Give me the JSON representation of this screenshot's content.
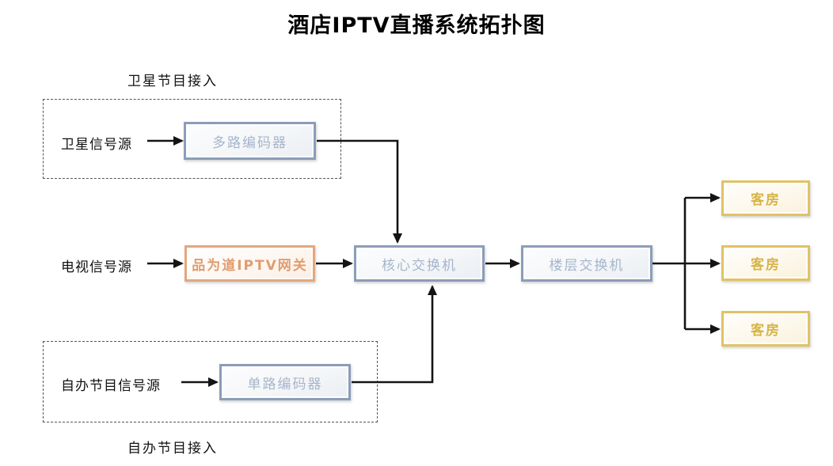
{
  "title": "酒店IPTV直播系统拓扑图",
  "groups": {
    "satellite": {
      "label": "卫星节目接入"
    },
    "self_program": {
      "label": "自办节目接入"
    }
  },
  "nodes": {
    "satellite_source": {
      "label": "卫星信号源",
      "kind": "text"
    },
    "multi_encoder": {
      "label": "多路编码器",
      "kind": "device-blue"
    },
    "tv_source": {
      "label": "电视信号源",
      "kind": "text"
    },
    "iptv_gateway": {
      "label": "品为道IPTV网关",
      "kind": "device-orange"
    },
    "core_switch": {
      "label": "核心交换机",
      "kind": "device-blue"
    },
    "floor_switch": {
      "label": "楼层交换机",
      "kind": "device-blue"
    },
    "self_program_source": {
      "label": "自办节目信号源",
      "kind": "text"
    },
    "single_encoder": {
      "label": "单路编码器",
      "kind": "device-blue"
    },
    "rooms": [
      {
        "label": "客房"
      },
      {
        "label": "客房"
      },
      {
        "label": "客房"
      }
    ]
  },
  "edges": [
    {
      "from": "satellite_source",
      "to": "multi_encoder"
    },
    {
      "from": "multi_encoder",
      "to": "core_switch"
    },
    {
      "from": "tv_source",
      "to": "iptv_gateway"
    },
    {
      "from": "iptv_gateway",
      "to": "core_switch"
    },
    {
      "from": "core_switch",
      "to": "floor_switch"
    },
    {
      "from": "floor_switch",
      "to": "room_1"
    },
    {
      "from": "floor_switch",
      "to": "room_2"
    },
    {
      "from": "floor_switch",
      "to": "room_3"
    },
    {
      "from": "self_program_source",
      "to": "single_encoder"
    },
    {
      "from": "single_encoder",
      "to": "core_switch"
    }
  ],
  "colors": {
    "blue_border": "#8b9db9",
    "blue_text": "#a6b5cc",
    "orange_border": "#e4a77d",
    "orange_text": "#e09c70",
    "gold_border": "#e1c264",
    "gold_text": "#d6b44a",
    "arrow": "#141414",
    "dash": "#555555",
    "bg": "#ffffff"
  }
}
